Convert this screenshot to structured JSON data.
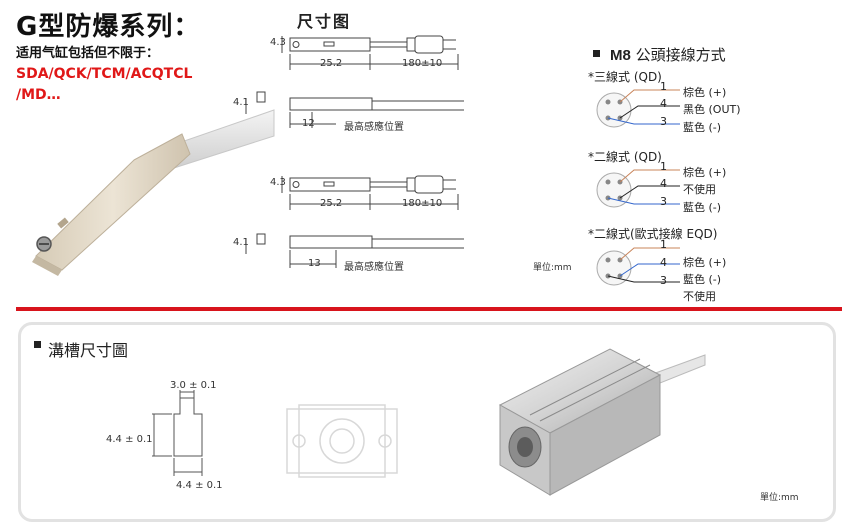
{
  "header": {
    "title": "G型防爆系列：",
    "subtitle": "适用气缸包括但不限于：",
    "models_line1": "SDA/QCK/TCM/ACQTCL",
    "models_line2": "/MD…"
  },
  "dimension_drawing": {
    "title": "尺寸图",
    "top_drawing": {
      "height": "4.3",
      "length": "25.2",
      "cable": "180±10",
      "side_height": "4.1",
      "sensing_offset": "12",
      "sensing_label": "最高感應位置"
    },
    "bottom_drawing": {
      "height": "4.3",
      "length": "25.2",
      "cable": "180±10",
      "side_height": "4.1",
      "sensing_offset": "13",
      "sensing_label": "最高感應位置"
    },
    "unit": "單位:mm"
  },
  "m8_connector": {
    "title_prefix": "M8",
    "title_suffix": "公頭接線方式",
    "groups": [
      {
        "label": "*三線式 (QD)",
        "pins": [
          {
            "pin": "1",
            "desc": "棕色 (+)"
          },
          {
            "pin": "4",
            "desc": "黑色 (OUT)"
          },
          {
            "pin": "3",
            "desc": "藍色 (-)"
          }
        ]
      },
      {
        "label": "*二線式 (QD)",
        "pins": [
          {
            "pin": "1",
            "desc": "棕色 (+)"
          },
          {
            "pin": "4",
            "desc": "不使用"
          },
          {
            "pin": "3",
            "desc": "藍色 (-)"
          }
        ]
      },
      {
        "label": "*二線式(歐式接線 EQD)",
        "pins": [
          {
            "pin": "1",
            "desc": "棕色 (+)"
          },
          {
            "pin": "4",
            "desc": "藍色 (-)"
          },
          {
            "pin": "3",
            "desc": "不使用"
          }
        ]
      }
    ]
  },
  "slot_section": {
    "title": "溝槽尺寸圖",
    "top_width": "3.0 ± 0.1",
    "height": "4.4 ± 0.1",
    "bottom_width": "4.4 ± 0.1",
    "unit": "單位:mm"
  },
  "colors": {
    "accent_red": "#d8141c",
    "sensor_beige": "#e6dccb"
  }
}
